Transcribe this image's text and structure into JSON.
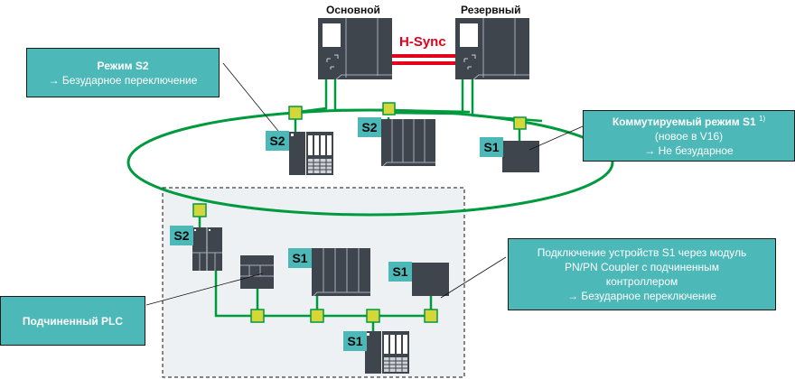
{
  "cpus": {
    "primary_label": "Основной",
    "backup_label": "Резервный",
    "sync_label": "H-Sync"
  },
  "callouts": {
    "s2_mode": {
      "title": "Режим S2",
      "line1": "→ Безударное переключение"
    },
    "s1_switched": {
      "title": "Коммутируемый  режим S1",
      "footnote": "1)",
      "line1": "(новое  в V16)",
      "line2": "→ Не безударное"
    },
    "coupler": {
      "line1": "Подключение  устройств  S1 через модуль",
      "line2": "PN/PN Coupler с подчиненным",
      "line3": "контроллером",
      "line4": "→ Безударное переключение"
    },
    "subordinate_plc": {
      "title": "Подчиненный PLC"
    }
  },
  "device_tags": {
    "ring_left": "S2",
    "ring_mid": "S2",
    "ring_right": "S1",
    "sub_left": "S2",
    "sub_mid": "S1",
    "sub_right": "S1",
    "sub_bottom": "S1"
  },
  "colors": {
    "ring": "#009a3e",
    "sync": "#e2001a",
    "callout": "#4db8b8",
    "device": "#3f454d",
    "node": "#d4d63a",
    "subnet_bg": "#eef1f4"
  }
}
